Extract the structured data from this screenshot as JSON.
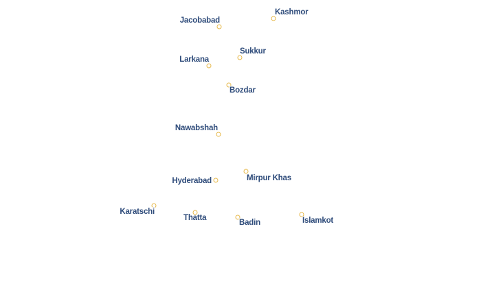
{
  "map": {
    "cities": [
      {
        "name": "Jacobabad",
        "lat": 28.28,
        "lon": 68.44
      },
      {
        "name": "Kashmor",
        "lat": 28.43,
        "lon": 69.58
      },
      {
        "name": "Larkana",
        "lat": 27.56,
        "lon": 68.21
      },
      {
        "name": "Sukkur",
        "lat": 27.7,
        "lon": 68.86
      },
      {
        "name": "Bozdar",
        "lat": 27.18,
        "lon": 68.63
      },
      {
        "name": "Nawabshah",
        "lat": 26.24,
        "lon": 68.41
      },
      {
        "name": "Hyderabad",
        "lat": 25.4,
        "lon": 68.37
      },
      {
        "name": "Mirpur Khas",
        "lat": 25.53,
        "lon": 69.01
      },
      {
        "name": "Karatschi",
        "lat": 24.86,
        "lon": 67.01
      },
      {
        "name": "Thatta",
        "lat": 24.75,
        "lon": 67.92
      },
      {
        "name": "Badin",
        "lat": 24.66,
        "lon": 68.84
      },
      {
        "name": "Islamkot",
        "lat": 24.7,
        "lon": 70.18
      }
    ]
  }
}
